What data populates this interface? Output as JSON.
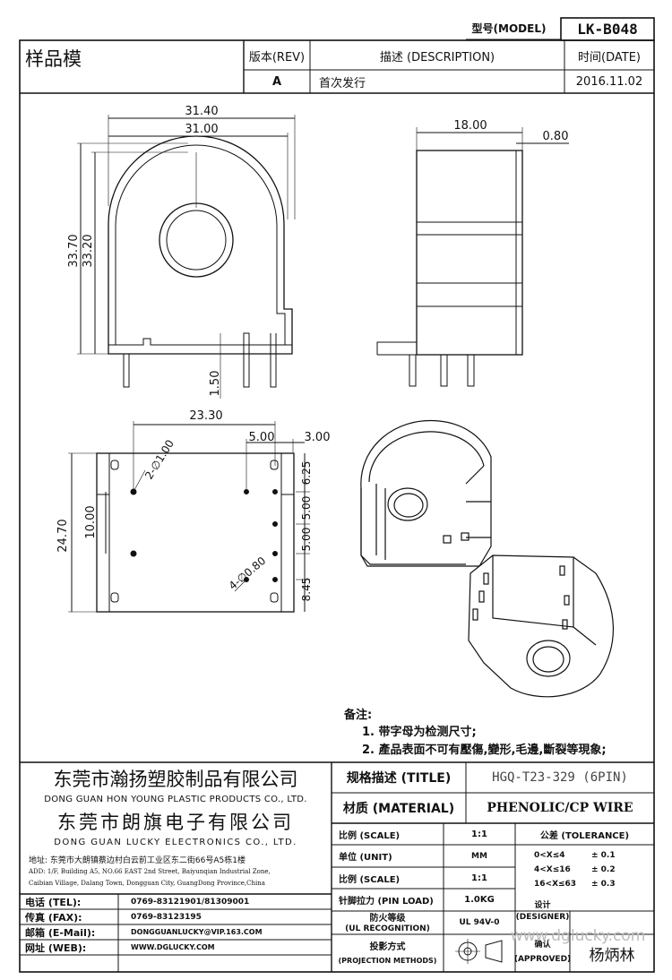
{
  "header": {
    "model_label": "型号(MODEL)",
    "model_value": "LK-B048",
    "sample_label": "样品模",
    "rev_header": "版本(REV)",
    "desc_header": "描述 (DESCRIPTION)",
    "date_header": "时间(DATE)",
    "rev_value": "A",
    "desc_value": "首次发行",
    "date_value": "2016.11.02"
  },
  "dimensions": {
    "front_width_outer": "31.40",
    "front_width_inner": "31.00",
    "front_height_outer": "33.70",
    "front_height_inner": "33.20",
    "pin_length": "1.50",
    "side_depth": "18.00",
    "side_offset": "0.80",
    "bottom_span": "23.30",
    "bottom_pin_pitch": "5.00",
    "bottom_edge": "3.00",
    "bottom_height": "24.70",
    "bottom_pitch_left": "10.00",
    "r1": "6.25",
    "r2": "5.00",
    "r3": "5.00",
    "r4": "8.45",
    "hole_large": "2-∅1.00",
    "hole_small": "4-∅0.80"
  },
  "notes": {
    "title": "备注:",
    "line1": "1. 带字母为检测尺寸;",
    "line2": "2. 產品表面不可有壓傷,變形,毛邊,斷裂等現象;"
  },
  "company": {
    "name1_cn": "东莞市瀚扬塑胶制品有限公司",
    "name1_en": "DONG GUAN HON YOUNG PLASTIC PRODUCTS CO., LTD.",
    "name2_cn": "东莞市朗旗电子有限公司",
    "name2_en": "DONG GUAN LUCKY ELECTRONICS CO., LTD.",
    "address_cn": "地址: 东莞市大朗镇蔡边村白云前工业区东二街66号A5栋1楼",
    "address_en1": "ADD: 1/F, Building A5, NO.66 EAST 2nd Street, Baiyunqian Industrial Zone,",
    "address_en2": "Caibian Village, Dalang Town, Dongguan City, GuangDong Province,China"
  },
  "contacts": [
    {
      "label": "电话 (TEL):",
      "value": "0769-83121901/81309001"
    },
    {
      "label": "传真 (FAX):",
      "value": "0769-83123195"
    },
    {
      "label": "邮箱 (E-Mail):",
      "value": "DONGGUANLUCKY@VIP.163.COM"
    },
    {
      "label": "网址 (WEB):",
      "value": "WWW.DGLUCKY.COM"
    }
  ],
  "spec": {
    "title_label": "规格描述 (TITLE)",
    "title_value": "HGQ-T23-329 (6PIN)",
    "material_label": "材质 (MATERIAL)",
    "material_value": "PHENOLIC/CP WIRE",
    "scale_label": "比例 (SCALE)",
    "scale_value": "1:1",
    "tolerance_label": "公差 (TOLERANCE)",
    "unit_label": "单位 (UNIT)",
    "unit_value": "MM",
    "tol1_range": "0<X≤4",
    "tol1_value": "± 0.1",
    "tol2_range": "4<X≤16",
    "tol2_value": "± 0.2",
    "tol3_range": "16<X≤63",
    "tol3_value": "± 0.3",
    "scale2_label": "比例 (SCALE)",
    "scale2_value": "1:1",
    "pinload_label": "针脚拉力 (PIN LOAD)",
    "pinload_value": "1.0KG",
    "designer_label_cn": "设计",
    "designer_label_en": "(DESIGNER)",
    "fire_label_cn": "防火等级",
    "fire_label_en": "(UL RECOGNITION)",
    "fire_value": "UL 94V-0",
    "approved_label_cn": "确认",
    "approved_label_en": "(APPROVED)",
    "approved_value": "杨炳林",
    "projection_label_cn": "投影方式",
    "projection_label_en": "(PROJECTION METHODS)"
  },
  "watermark": "www.dglucky.com"
}
